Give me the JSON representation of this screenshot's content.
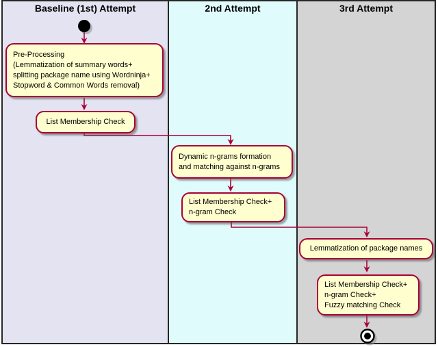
{
  "lanes": [
    {
      "id": "baseline",
      "title": "Baseline (1st) Attempt"
    },
    {
      "id": "second",
      "title": "2nd Attempt"
    },
    {
      "id": "third",
      "title": "3rd Attempt"
    }
  ],
  "nodes": {
    "start": "initial-node",
    "end": "final-node"
  },
  "activities": [
    {
      "id": "preprocessing",
      "lane": "baseline",
      "lines": [
        "Pre-Processing",
        "(Lemmatization of summary words+",
        "splitting package name using Wordninja+",
        "Stopword & Common Words removal)"
      ]
    },
    {
      "id": "list-membership-check",
      "lane": "baseline",
      "lines": [
        "List Membership Check"
      ]
    },
    {
      "id": "dynamic-ngrams",
      "lane": "second",
      "lines": [
        "Dynamic n-grams formation",
        "and matching against n-grams"
      ]
    },
    {
      "id": "list-membership-ngram-check",
      "lane": "second",
      "lines": [
        "List Membership Check+",
        "n-gram Check"
      ]
    },
    {
      "id": "lemmatization-package-names",
      "lane": "third",
      "lines": [
        "Lemmatization of package names"
      ]
    },
    {
      "id": "final-combined-checks",
      "lane": "third",
      "lines": [
        "List Membership Check+",
        "n-gram Check+",
        "Fuzzy matching Check"
      ]
    }
  ],
  "colors": {
    "activity_fill": "#FEFECE",
    "activity_border": "#A80036",
    "arrow": "#A80036",
    "lane_border": "#262626",
    "lane1_bg": "#E3E3F2",
    "lane2_bg": "#E0FBFB",
    "lane3_bg": "#D4D4D4",
    "node": "#000000"
  }
}
